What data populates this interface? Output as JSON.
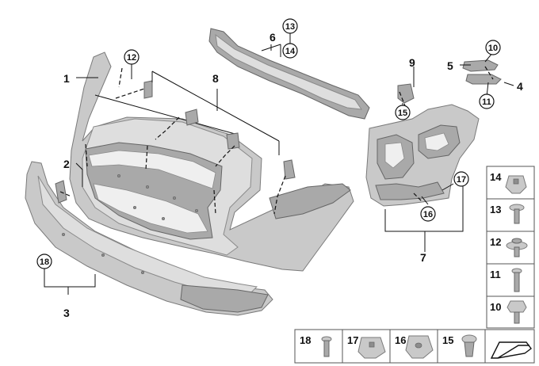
{
  "callouts": {
    "c1": "1",
    "c2": "2",
    "c3": "3",
    "c4": "4",
    "c5": "5",
    "c6": "6",
    "c7": "7",
    "c8": "8",
    "c9": "9"
  },
  "circled": {
    "c10": "10",
    "c11": "11",
    "c12": "12",
    "c13": "13",
    "c14": "14",
    "c15": "15",
    "c16": "16",
    "c17": "17",
    "c18": "18"
  },
  "legend": {
    "right": [
      "14",
      "13",
      "12",
      "11",
      "10"
    ],
    "bottom": [
      "18",
      "17",
      "16",
      "15"
    ]
  }
}
